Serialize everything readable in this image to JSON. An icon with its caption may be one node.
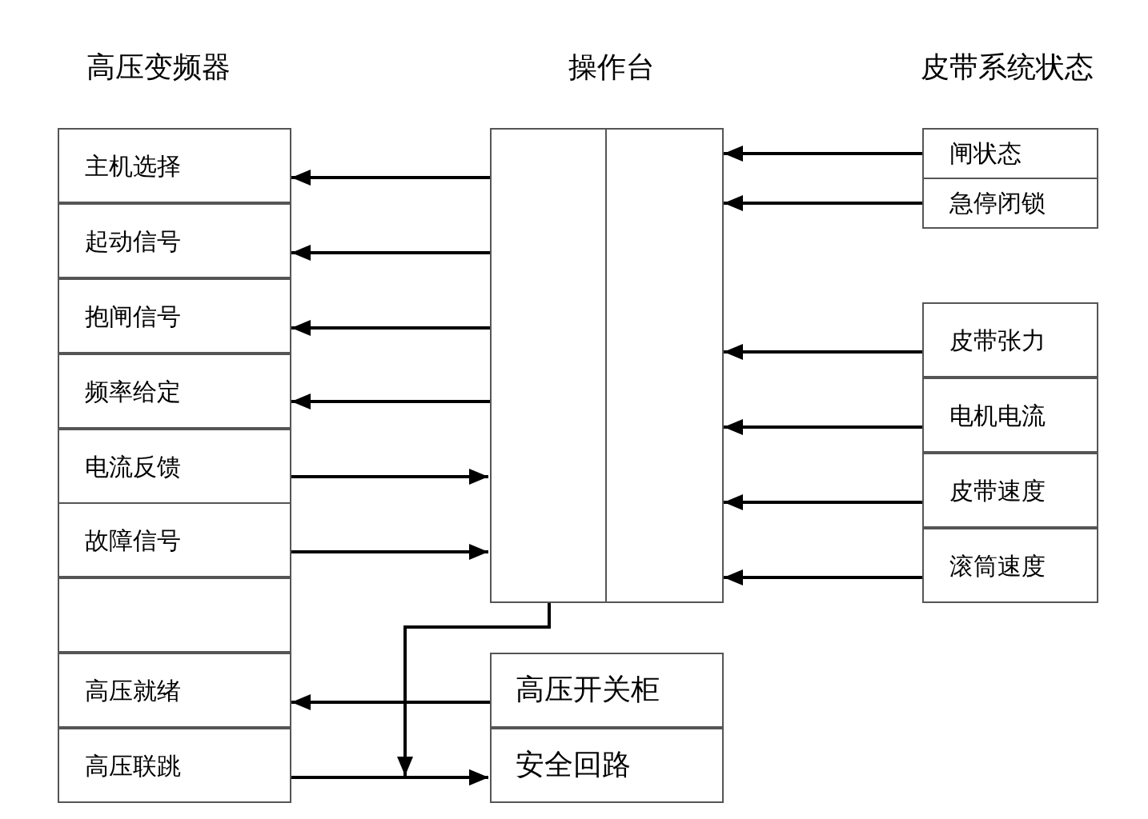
{
  "diagram": {
    "nodes": [
      {
        "text": [
          "高压变频器"
        ]
      },
      {
        "text": [
          "主机选择"
        ],
        "in": 0
      },
      {
        "text": [
          "起动信号"
        ],
        "in": 0
      },
      {
        "text": [
          "抱闸信号"
        ],
        "in": 0
      },
      {
        "text": [
          "频率给定"
        ],
        "in": 0
      },
      {
        "text": [
          "电流反馈"
        ],
        "in": 0
      },
      {
        "text": [
          "故障信号"
        ],
        "in": 0
      },
      {
        "text": [],
        "shape": "box",
        "in": 0
      },
      {
        "text": [
          "高压就绪"
        ],
        "in": 0
      },
      {
        "text": [
          "高压联跳"
        ],
        "in": 0
      },
      {
        "text": [
          "操作台"
        ]
      },
      {
        "text": [
          "皮带系统状态"
        ]
      },
      {
        "text": [
          "闸状态"
        ],
        "in": 11
      },
      {
        "text": [
          "急停闭锁"
        ],
        "in": 11
      },
      {
        "text": [
          "皮带张力"
        ]
      },
      {
        "text": [
          "电机电流"
        ]
      },
      {
        "text": [
          "皮带速度"
        ]
      },
      {
        "text": [
          "滚筒速度"
        ]
      },
      {
        "text": [
          "高压开关柜"
        ]
      },
      {
        "text": [
          "安全回路"
        ]
      }
    ],
    "edges": [
      {
        "from": 10,
        "to": 1,
        "arrow": "to"
      },
      {
        "from": 10,
        "to": 2,
        "arrow": "to"
      },
      {
        "from": 10,
        "to": 3,
        "arrow": "to"
      },
      {
        "from": 10,
        "to": 4,
        "arrow": "to"
      },
      {
        "from": 5,
        "to": 10,
        "arrow": "to"
      },
      {
        "from": 6,
        "to": 10,
        "arrow": "to"
      },
      {
        "from": 12,
        "to": 10,
        "arrow": "to"
      },
      {
        "from": 13,
        "to": 10,
        "arrow": "to"
      },
      {
        "from": 14,
        "to": 10,
        "arrow": "to"
      },
      {
        "from": 15,
        "to": 10,
        "arrow": "to"
      },
      {
        "from": 16,
        "to": 10,
        "arrow": "to"
      },
      {
        "from": 17,
        "to": 10,
        "arrow": "to"
      },
      {
        "from": 18,
        "to": 8,
        "arrow": "to"
      },
      {
        "from": 9,
        "to": 19,
        "arrow": "to"
      },
      {
        "from": 10,
        "to": 19,
        "arrow": "to"
      }
    ]
  }
}
